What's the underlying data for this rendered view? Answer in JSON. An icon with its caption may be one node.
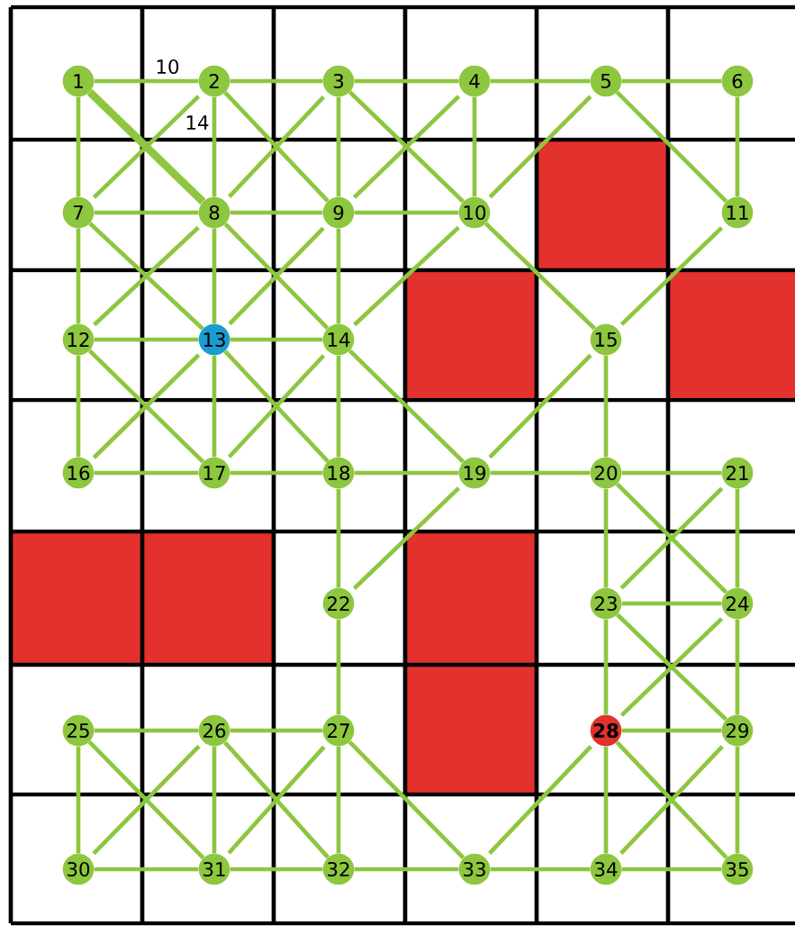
{
  "diagram": {
    "nodes": [
      {
        "text": [
          "1"
        ]
      },
      {
        "text": [
          "2"
        ]
      },
      {
        "text": [
          "3"
        ]
      },
      {
        "text": [
          "4"
        ]
      },
      {
        "text": [
          "5"
        ]
      },
      {
        "text": [
          "6"
        ]
      },
      {
        "text": [
          "7"
        ]
      },
      {
        "text": [
          "8"
        ]
      },
      {
        "text": [
          "9"
        ]
      },
      {
        "text": [
          "10"
        ]
      },
      {
        "text": [
          "11"
        ]
      },
      {
        "text": [
          "12"
        ]
      },
      {
        "text": [
          "13"
        ]
      },
      {
        "text": [
          "14"
        ]
      },
      {
        "text": [
          "15"
        ]
      },
      {
        "text": [
          "16"
        ]
      },
      {
        "text": [
          "17"
        ]
      },
      {
        "text": [
          "18"
        ]
      },
      {
        "text": [
          "19"
        ]
      },
      {
        "text": [
          "20"
        ]
      },
      {
        "text": [
          "21"
        ]
      },
      {
        "text": [
          "22"
        ]
      },
      {
        "text": [
          "23"
        ]
      },
      {
        "text": [
          "24"
        ]
      },
      {
        "text": [
          "25"
        ]
      },
      {
        "text": [
          "26"
        ]
      },
      {
        "text": [
          "27"
        ]
      },
      {
        "text": [
          "28"
        ]
      },
      {
        "text": [
          "29"
        ]
      },
      {
        "text": [
          "30"
        ]
      },
      {
        "text": [
          "31"
        ]
      },
      {
        "text": [
          "32"
        ]
      },
      {
        "text": [
          "33"
        ]
      },
      {
        "text": [
          "34"
        ]
      },
      {
        "text": [
          "35"
        ]
      }
    ],
    "edges": [
      {
        "from": 0,
        "to": 1,
        "arrow": "none",
        "label": "10"
      },
      {
        "from": 1,
        "to": 2,
        "arrow": "none"
      },
      {
        "from": 2,
        "to": 3,
        "arrow": "none"
      },
      {
        "from": 3,
        "to": 4,
        "arrow": "none"
      },
      {
        "from": 4,
        "to": 5,
        "arrow": "none"
      },
      {
        "from": 0,
        "to": 6,
        "arrow": "none"
      },
      {
        "from": 0,
        "to": 7,
        "arrow": "none",
        "style": "thick"
      },
      {
        "from": 1,
        "to": 6,
        "arrow": "none",
        "label": "14"
      },
      {
        "from": 1,
        "to": 7,
        "arrow": "none"
      },
      {
        "from": 1,
        "to": 8,
        "arrow": "none"
      },
      {
        "from": 2,
        "to": 7,
        "arrow": "none"
      },
      {
        "from": 2,
        "to": 8,
        "arrow": "none"
      },
      {
        "from": 2,
        "to": 9,
        "arrow": "none"
      },
      {
        "from": 3,
        "to": 8,
        "arrow": "none"
      },
      {
        "from": 3,
        "to": 9,
        "arrow": "none"
      },
      {
        "from": 4,
        "to": 9,
        "arrow": "none"
      },
      {
        "from": 4,
        "to": 10,
        "arrow": "none"
      },
      {
        "from": 5,
        "to": 10,
        "arrow": "none"
      },
      {
        "from": 6,
        "to": 7,
        "arrow": "none"
      },
      {
        "from": 7,
        "to": 8,
        "arrow": "none"
      },
      {
        "from": 8,
        "to": 9,
        "arrow": "none"
      },
      {
        "from": 6,
        "to": 11,
        "arrow": "none"
      },
      {
        "from": 6,
        "to": 12,
        "arrow": "none"
      },
      {
        "from": 7,
        "to": 11,
        "arrow": "none"
      },
      {
        "from": 7,
        "to": 12,
        "arrow": "none"
      },
      {
        "from": 7,
        "to": 13,
        "arrow": "none"
      },
      {
        "from": 8,
        "to": 12,
        "arrow": "none"
      },
      {
        "from": 8,
        "to": 13,
        "arrow": "none"
      },
      {
        "from": 9,
        "to": 13,
        "arrow": "none"
      },
      {
        "from": 9,
        "to": 14,
        "arrow": "none"
      },
      {
        "from": 10,
        "to": 14,
        "arrow": "none"
      },
      {
        "from": 11,
        "to": 12,
        "arrow": "none"
      },
      {
        "from": 12,
        "to": 13,
        "arrow": "none"
      },
      {
        "from": 11,
        "to": 15,
        "arrow": "none"
      },
      {
        "from": 11,
        "to": 16,
        "arrow": "none"
      },
      {
        "from": 12,
        "to": 15,
        "arrow": "none"
      },
      {
        "from": 12,
        "to": 16,
        "arrow": "none"
      },
      {
        "from": 12,
        "to": 17,
        "arrow": "none"
      },
      {
        "from": 13,
        "to": 16,
        "arrow": "none"
      },
      {
        "from": 13,
        "to": 17,
        "arrow": "none"
      },
      {
        "from": 13,
        "to": 18,
        "arrow": "none"
      },
      {
        "from": 14,
        "to": 18,
        "arrow": "none"
      },
      {
        "from": 14,
        "to": 19,
        "arrow": "none"
      },
      {
        "from": 15,
        "to": 16,
        "arrow": "none"
      },
      {
        "from": 16,
        "to": 17,
        "arrow": "none"
      },
      {
        "from": 17,
        "to": 18,
        "arrow": "none"
      },
      {
        "from": 18,
        "to": 19,
        "arrow": "none"
      },
      {
        "from": 19,
        "to": 20,
        "arrow": "none"
      },
      {
        "from": 17,
        "to": 21,
        "arrow": "none"
      },
      {
        "from": 18,
        "to": 21,
        "arrow": "none"
      },
      {
        "from": 19,
        "to": 22,
        "arrow": "none"
      },
      {
        "from": 19,
        "to": 23,
        "arrow": "none"
      },
      {
        "from": 20,
        "to": 22,
        "arrow": "none"
      },
      {
        "from": 20,
        "to": 23,
        "arrow": "none"
      },
      {
        "from": 22,
        "to": 23,
        "arrow": "none"
      },
      {
        "from": 21,
        "to": 26,
        "arrow": "none"
      },
      {
        "from": 22,
        "to": 27,
        "arrow": "none"
      },
      {
        "from": 22,
        "to": 28,
        "arrow": "none"
      },
      {
        "from": 23,
        "to": 27,
        "arrow": "none"
      },
      {
        "from": 23,
        "to": 28,
        "arrow": "none"
      },
      {
        "from": 27,
        "to": 28,
        "arrow": "none"
      },
      {
        "from": 24,
        "to": 25,
        "arrow": "none"
      },
      {
        "from": 25,
        "to": 26,
        "arrow": "none"
      },
      {
        "from": 24,
        "to": 29,
        "arrow": "none"
      },
      {
        "from": 24,
        "to": 30,
        "arrow": "none"
      },
      {
        "from": 25,
        "to": 29,
        "arrow": "none"
      },
      {
        "from": 25,
        "to": 30,
        "arrow": "none"
      },
      {
        "from": 25,
        "to": 31,
        "arrow": "none"
      },
      {
        "from": 26,
        "to": 30,
        "arrow": "none"
      },
      {
        "from": 26,
        "to": 31,
        "arrow": "none"
      },
      {
        "from": 26,
        "to": 32,
        "arrow": "none"
      },
      {
        "from": 27,
        "to": 32,
        "arrow": "none"
      },
      {
        "from": 27,
        "to": 33,
        "arrow": "none"
      },
      {
        "from": 27,
        "to": 34,
        "arrow": "none"
      },
      {
        "from": 28,
        "to": 33,
        "arrow": "none"
      },
      {
        "from": 28,
        "to": 34,
        "arrow": "none"
      },
      {
        "from": 29,
        "to": 30,
        "arrow": "none"
      },
      {
        "from": 30,
        "to": 31,
        "arrow": "none"
      },
      {
        "from": 31,
        "to": 32,
        "arrow": "none"
      },
      {
        "from": 32,
        "to": 33,
        "arrow": "none"
      },
      {
        "from": 33,
        "to": 34,
        "arrow": "none"
      }
    ]
  }
}
